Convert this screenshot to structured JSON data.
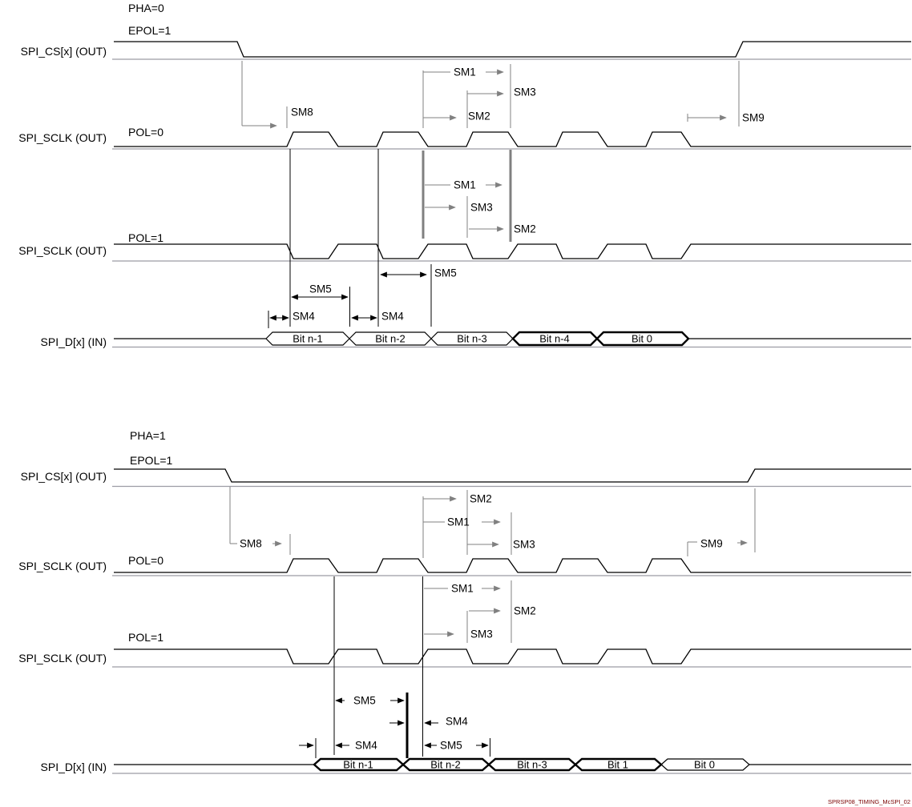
{
  "modes": {
    "pha0": "PHA=0",
    "pha1": "PHA=1",
    "epol": "EPOL=1",
    "pol0": "POL=0",
    "pol1": "POL=1"
  },
  "signals": {
    "cs": "SPI_CS[x] (OUT)",
    "sclk": "SPI_SCLK (OUT)",
    "din": "SPI_D[x] (IN)"
  },
  "timing": {
    "sm1": "SM1",
    "sm2": "SM2",
    "sm3": "SM3",
    "sm4": "SM4",
    "sm5": "SM5",
    "sm8": "SM8",
    "sm9": "SM9"
  },
  "bits_top": [
    "Bit n-1",
    "Bit n-2",
    "Bit n-3",
    "Bit n-4",
    "Bit 0"
  ],
  "bits_bottom": [
    "Bit n-1",
    "Bit n-2",
    "Bit n-3",
    "Bit 1",
    "Bit 0"
  ],
  "figure_tag": "SPRSP08_TIMING_McSPI_02",
  "colors": {
    "waveform": "#000000",
    "annotation": "#808080",
    "baseline": "#9c9ca4",
    "tag_text": "#7a0000"
  }
}
